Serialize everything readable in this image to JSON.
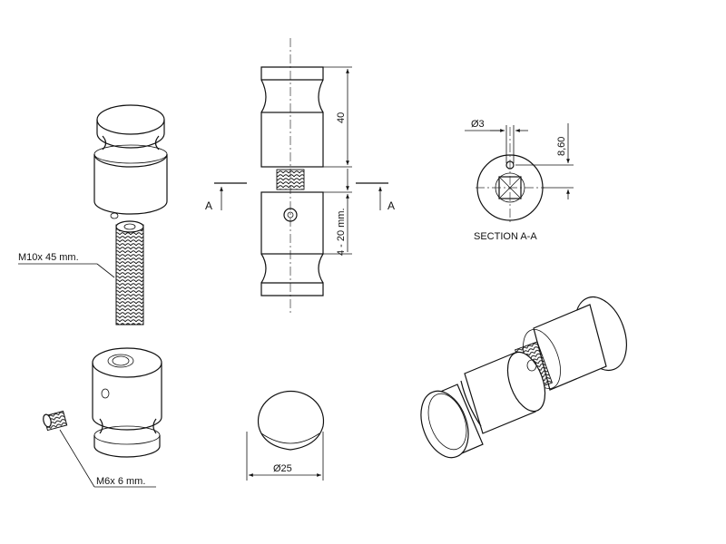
{
  "labels": {
    "rod": "M10x 45 mm.",
    "setscrew": "M6x 6 mm.",
    "section_title": "SECTION A-A",
    "section_letter_left": "A",
    "section_letter_right": "A"
  },
  "dimensions": {
    "height_top": "40",
    "gap_range": "4 - 20 mm.",
    "hole_diameter": "Ø3",
    "hole_offset": "8,60",
    "outer_diameter": "Ø25"
  },
  "colors": {
    "line": "#111111",
    "background": "#ffffff"
  }
}
